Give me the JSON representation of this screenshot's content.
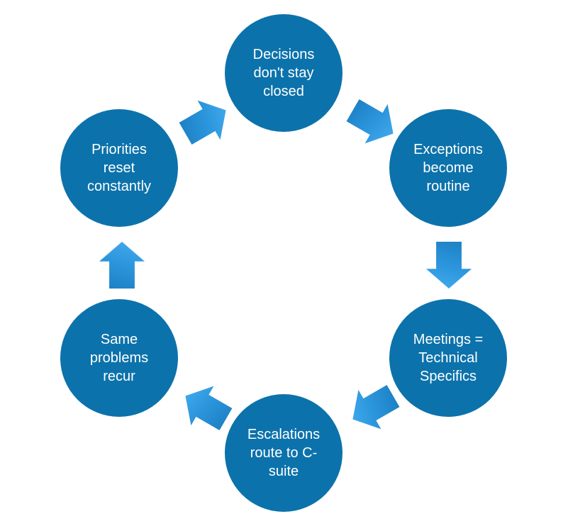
{
  "diagram": {
    "type": "cycle",
    "flow_direction": "clockwise",
    "background_color": "#ffffff",
    "colors": {
      "node_fill": "#0c72ab",
      "node_text": "#ffffff",
      "arrow_gradient_start": "#1b7fc3",
      "arrow_gradient_end": "#45acef"
    },
    "nodes": [
      {
        "label": "Decisions don't stay closed",
        "position": "top"
      },
      {
        "label": "Exceptions become routine",
        "position": "top-right"
      },
      {
        "label": "Meetings = Technical Specifics",
        "position": "bottom-right"
      },
      {
        "label": "Escalations route to C-suite",
        "position": "bottom"
      },
      {
        "label": "Same problems recur",
        "position": "bottom-left"
      },
      {
        "label": "Priorities reset constantly",
        "position": "top-left"
      }
    ],
    "arrows": [
      {
        "from": "Priorities reset constantly",
        "to": "Decisions don't stay closed",
        "direction": "up-right"
      },
      {
        "from": "Decisions don't stay closed",
        "to": "Exceptions become routine",
        "direction": "down-right"
      },
      {
        "from": "Exceptions become routine",
        "to": "Meetings = Technical Specifics",
        "direction": "down"
      },
      {
        "from": "Meetings = Technical Specifics",
        "to": "Escalations route to C-suite",
        "direction": "down-left"
      },
      {
        "from": "Escalations route to C-suite",
        "to": "Same problems recur",
        "direction": "up-left"
      },
      {
        "from": "Same problems recur",
        "to": "Priorities reset constantly",
        "direction": "up"
      }
    ]
  }
}
